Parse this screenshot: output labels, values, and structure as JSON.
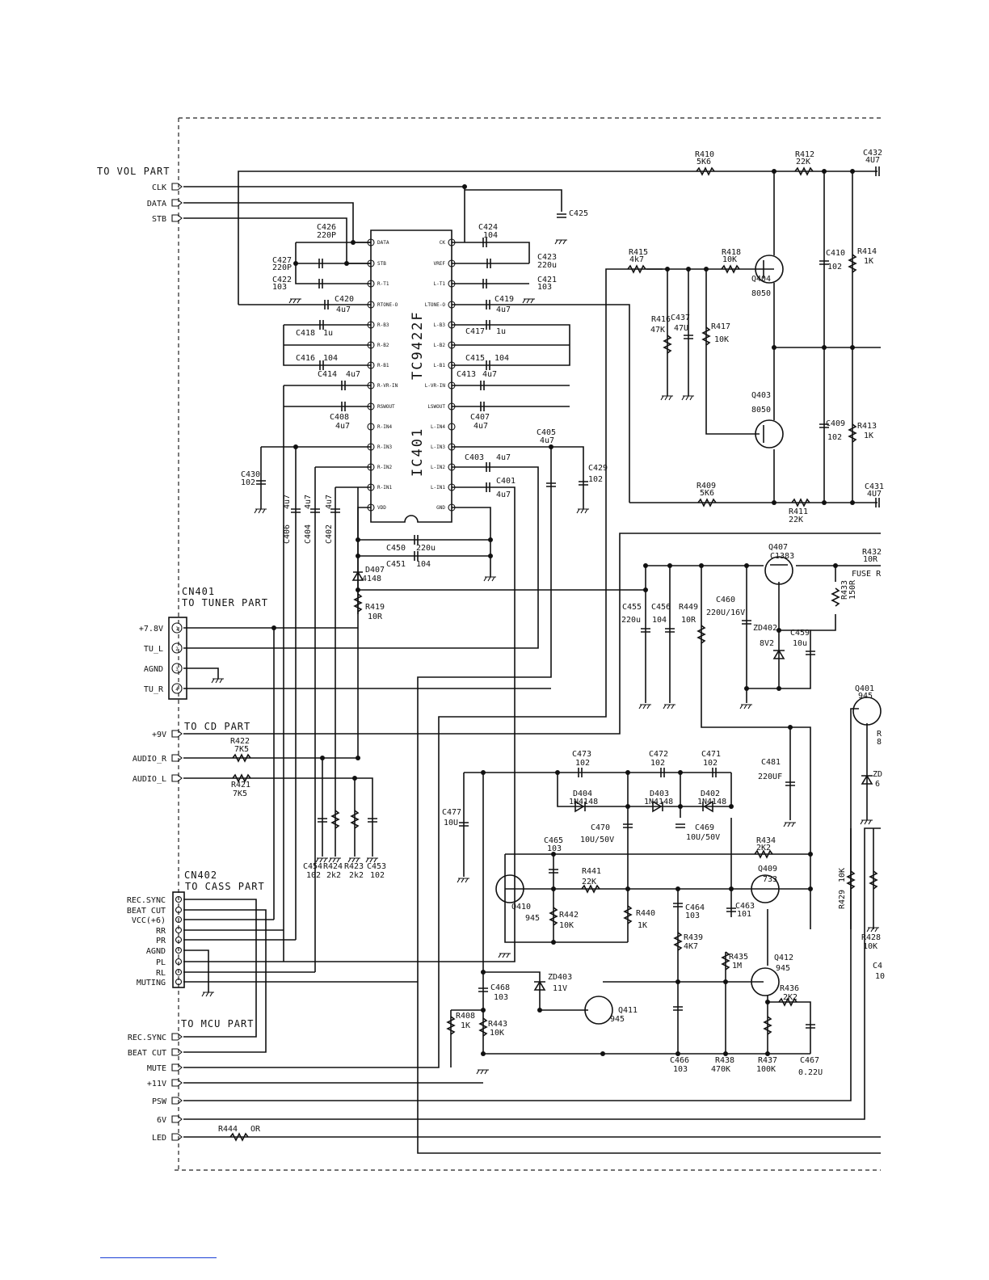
{
  "ic": {
    "name": "TC9422F",
    "ref": "IC401"
  },
  "ic_pins_left": [
    {
      "label": "DATA"
    },
    {
      "label": "STB"
    },
    {
      "label": "R-T1"
    },
    {
      "label": "RTONE-O"
    },
    {
      "label": "R-B3"
    },
    {
      "label": "R-B2"
    },
    {
      "label": "R-B1"
    },
    {
      "label": "R-VR-IN"
    },
    {
      "label": "RSWOUT"
    },
    {
      "label": "R-IN4"
    },
    {
      "label": "R-IN3"
    },
    {
      "label": "R-IN2"
    },
    {
      "label": "R-IN1"
    },
    {
      "label": "VDD"
    }
  ],
  "ic_pins_right": [
    {
      "label": "CK"
    },
    {
      "label": "VREF"
    },
    {
      "label": "L-T1"
    },
    {
      "label": "LTONE-O"
    },
    {
      "label": "L-B3"
    },
    {
      "label": "L-B2"
    },
    {
      "label": "L-B1"
    },
    {
      "label": "L-VR-IN"
    },
    {
      "label": "LSWOUT"
    },
    {
      "label": "L-IN4"
    },
    {
      "label": "L-IN3"
    },
    {
      "label": "L-IN2"
    },
    {
      "label": "L-IN1"
    },
    {
      "label": "GND"
    }
  ],
  "vol_part": {
    "header": "TO VOL PART",
    "pins": [
      {
        "label": "CLK"
      },
      {
        "label": "DATA"
      },
      {
        "label": "STB"
      }
    ]
  },
  "cn401": {
    "ref": "CN401",
    "header": "TO TUNER PART",
    "pins": [
      {
        "num": "1",
        "label": "+7.8V"
      },
      {
        "num": "2",
        "label": "TU_L"
      },
      {
        "num": "3",
        "label": "AGND"
      },
      {
        "num": "4",
        "label": "TU_R"
      }
    ]
  },
  "cd_part": {
    "header": "TO CD PART",
    "pins": [
      {
        "label": "+9V"
      },
      {
        "label": "AUDIO_R"
      },
      {
        "label": "AUDIO_L"
      }
    ]
  },
  "cn402": {
    "ref": "CN402",
    "header": "TO CASS PART",
    "pins": [
      {
        "label": "REC.SYNC"
      },
      {
        "label": "BEAT CUT"
      },
      {
        "label": "VCC(+6)"
      },
      {
        "label": "RR"
      },
      {
        "label": "PR"
      },
      {
        "label": "AGND"
      },
      {
        "label": "PL"
      },
      {
        "label": "RL"
      },
      {
        "label": "MUTING"
      }
    ]
  },
  "mcu_part": {
    "header": "TO MCU PART",
    "pins": [
      {
        "label": "REC.SYNC"
      },
      {
        "label": "BEAT CUT"
      },
      {
        "label": "MUTE"
      },
      {
        "label": "+11V"
      },
      {
        "label": "PSW"
      },
      {
        "label": "6V"
      },
      {
        "label": "LED"
      }
    ]
  },
  "components": [
    {
      "ref": "C426",
      "value": "220P"
    },
    {
      "ref": "C427",
      "value": "220P"
    },
    {
      "ref": "C422",
      "value": "103"
    },
    {
      "ref": "C420",
      "value": "4u7"
    },
    {
      "ref": "C418",
      "value": "1u"
    },
    {
      "ref": "C416",
      "value": "104"
    },
    {
      "ref": "C414",
      "value": "4u7"
    },
    {
      "ref": "C408",
      "value": "4u7"
    },
    {
      "ref": "C430",
      "value": "102"
    },
    {
      "ref": "C406",
      "value": "4u7"
    },
    {
      "ref": "C404",
      "value": "4u7"
    },
    {
      "ref": "C402",
      "value": "4u7"
    },
    {
      "ref": "C424",
      "value": "104"
    },
    {
      "ref": "C423",
      "value": "220u"
    },
    {
      "ref": "C421",
      "value": "103"
    },
    {
      "ref": "C419",
      "value": "4u7"
    },
    {
      "ref": "C417",
      "value": "1u"
    },
    {
      "ref": "C415",
      "value": "104"
    },
    {
      "ref": "C413",
      "value": "4u7"
    },
    {
      "ref": "C407",
      "value": "4u7"
    },
    {
      "ref": "C405",
      "value": "4u7"
    },
    {
      "ref": "C403",
      "value": "4u7"
    },
    {
      "ref": "C401",
      "value": "4u7"
    },
    {
      "ref": "C429",
      "value": "102"
    },
    {
      "ref": "C425",
      "value": ""
    },
    {
      "ref": "C450",
      "value": "220u"
    },
    {
      "ref": "C451",
      "value": "104"
    },
    {
      "ref": "D407",
      "value": "4148"
    },
    {
      "ref": "R419",
      "value": "10R"
    },
    {
      "ref": "R410",
      "value": "5K6"
    },
    {
      "ref": "R412",
      "value": "22K"
    },
    {
      "ref": "C432",
      "value": "4U7"
    },
    {
      "ref": "R415",
      "value": "4k7"
    },
    {
      "ref": "R418",
      "value": "10K"
    },
    {
      "ref": "C410",
      "value": "102"
    },
    {
      "ref": "R414",
      "value": "1K"
    },
    {
      "ref": "R416",
      "value": "47K"
    },
    {
      "ref": "C437",
      "value": "47U"
    },
    {
      "ref": "R417",
      "value": "10K"
    },
    {
      "ref": "Q404",
      "value": "8050"
    },
    {
      "ref": "Q403",
      "value": "8050"
    },
    {
      "ref": "C409",
      "value": "102"
    },
    {
      "ref": "R413",
      "value": "1K"
    },
    {
      "ref": "R409",
      "value": "5K6"
    },
    {
      "ref": "R411",
      "value": "22K"
    },
    {
      "ref": "C431",
      "value": "4U7"
    },
    {
      "ref": "Q407",
      "value": "C1383"
    },
    {
      "ref": "R432",
      "value": "10R"
    },
    {
      "ref": "R433",
      "value": "150R"
    },
    {
      "ref": "C455",
      "value": "220u"
    },
    {
      "ref": "C456",
      "value": "104"
    },
    {
      "ref": "R449",
      "value": "10R"
    },
    {
      "ref": "C460",
      "value": "220U/16V"
    },
    {
      "ref": "ZD402",
      "value": "8V2"
    },
    {
      "ref": "C459",
      "value": "10u"
    },
    {
      "ref": "R422",
      "value": "7K5"
    },
    {
      "ref": "R421",
      "value": "7K5"
    },
    {
      "ref": "C454",
      "value": "102"
    },
    {
      "ref": "R424",
      "value": "2k2"
    },
    {
      "ref": "R423",
      "value": "2k2"
    },
    {
      "ref": "C453",
      "value": "102"
    },
    {
      "ref": "C473",
      "value": "102"
    },
    {
      "ref": "C472",
      "value": "102"
    },
    {
      "ref": "C471",
      "value": "102"
    },
    {
      "ref": "D404",
      "value": "1N4148"
    },
    {
      "ref": "D403",
      "value": "1N4148"
    },
    {
      "ref": "D402",
      "value": "1N4148"
    },
    {
      "ref": "C481",
      "value": "220UF"
    },
    {
      "ref": "C477",
      "value": "10U"
    },
    {
      "ref": "C470",
      "value": "10U/50V"
    },
    {
      "ref": "C469",
      "value": "10U/50V"
    },
    {
      "ref": "C465",
      "value": "103"
    },
    {
      "ref": "R441",
      "value": "22K"
    },
    {
      "ref": "R434",
      "value": "2K2"
    },
    {
      "ref": "Q409",
      "value": "733"
    },
    {
      "ref": "Q410",
      "value": "945"
    },
    {
      "ref": "R442",
      "value": "10K"
    },
    {
      "ref": "R440",
      "value": "1K"
    },
    {
      "ref": "C464",
      "value": "103"
    },
    {
      "ref": "C463",
      "value": "101"
    },
    {
      "ref": "R439",
      "value": "4K7"
    },
    {
      "ref": "R435",
      "value": "1M"
    },
    {
      "ref": "Q412",
      "value": "945"
    },
    {
      "ref": "R436",
      "value": "2K2"
    },
    {
      "ref": "ZD403",
      "value": "11V"
    },
    {
      "ref": "C468",
      "value": "103"
    },
    {
      "ref": "R443",
      "value": "10K"
    },
    {
      "ref": "R408",
      "value": "1K"
    },
    {
      "ref": "Q411",
      "value": "945"
    },
    {
      "ref": "C466",
      "value": "103"
    },
    {
      "ref": "R438",
      "value": "470K"
    },
    {
      "ref": "R437",
      "value": "100K"
    },
    {
      "ref": "C467",
      "value": "0.22U"
    },
    {
      "ref": "R444",
      "value": "OR"
    },
    {
      "ref": "Q401",
      "value": "945"
    },
    {
      "ref": "R429",
      "value": "10K"
    },
    {
      "ref": "R428",
      "value": "10K"
    }
  ],
  "fuse_label": "FUSE R",
  "edge_fragments": [
    "R",
    "8",
    "ZD",
    "6",
    "C4",
    "10"
  ]
}
